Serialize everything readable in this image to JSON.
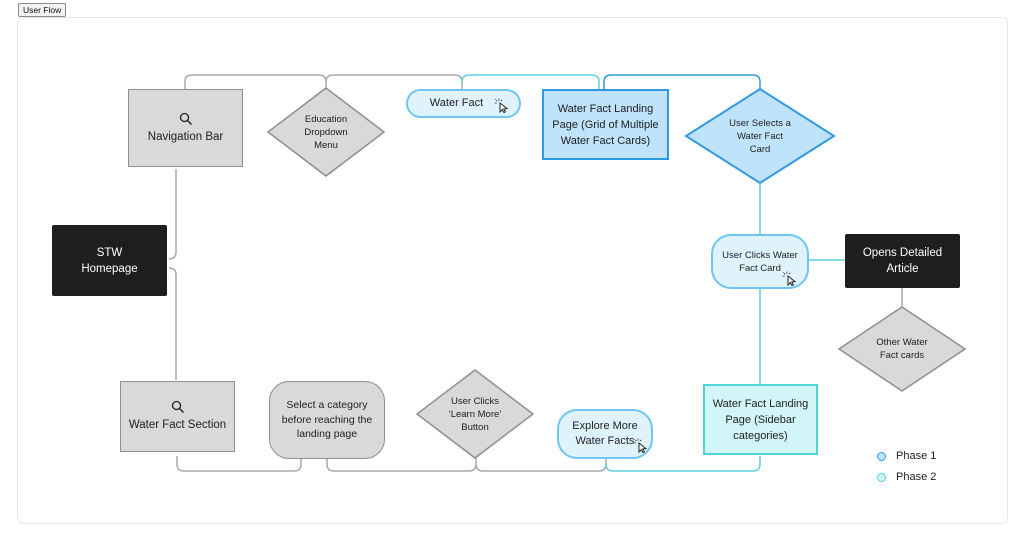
{
  "tab": {
    "label": "User Flow"
  },
  "nodes": {
    "homepage": "STW\nHomepage",
    "navigation_bar": "Navigation Bar",
    "education_dropdown": "Education\nDropdown\nMenu",
    "water_fact": "Water Fact",
    "water_fact_landing_grid": "Water Fact Landing\nPage (Grid of Multiple\nWater Fact Cards)",
    "user_selects_card": "User Selects a\nWater Fact\nCard",
    "user_clicks_card": "User Clicks Water\nFact Card",
    "opens_detailed_article": "Opens Detailed\nArticle",
    "other_water_fact_cards": "Other Water\nFact cards",
    "water_fact_section": "Water Fact Section",
    "select_category": "Select a category\nbefore reaching the\nlanding page",
    "user_clicks_learn_more": "User Clicks\n‘Learn More’\nButton",
    "explore_more": "Explore More\nWater Facts",
    "water_fact_landing_sidebar": "Water Fact Landing\nPage (Sidebar\ncategories)"
  },
  "legend": [
    {
      "label": "Phase 1",
      "fill": "#bfe3fb",
      "stroke": "#2f9ae0"
    },
    {
      "label": "Phase 2",
      "fill": "#d2f6f7",
      "stroke": "#4fd4dc"
    }
  ],
  "icons": {
    "search": "search-icon",
    "cursor": "cursor-click-icon"
  },
  "colors": {
    "gray_line": "#a9a9a9",
    "phase1_line": "#2f9ae0",
    "phase2_line": "#5fd0de"
  }
}
